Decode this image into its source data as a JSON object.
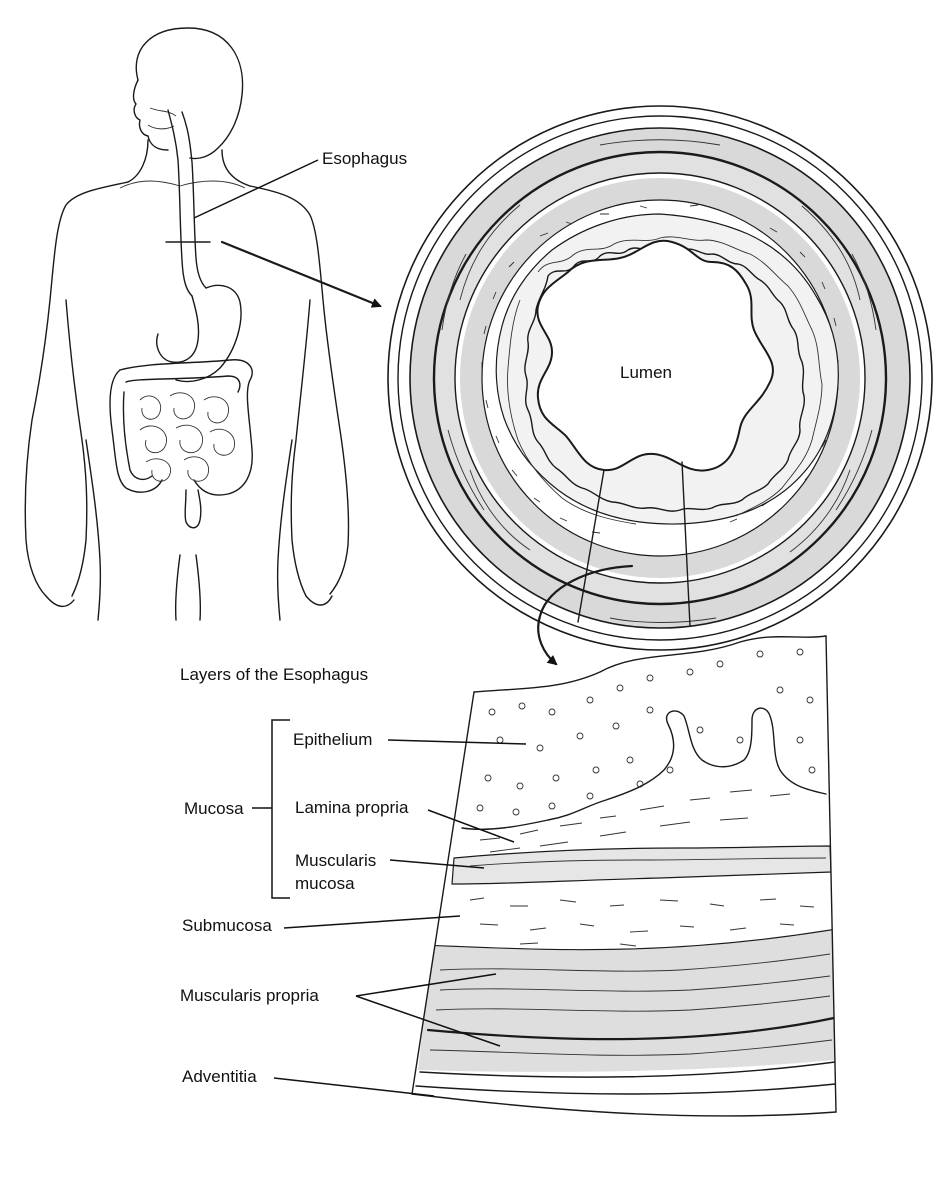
{
  "labels": {
    "esophagus": "Esophagus",
    "lumen": "Lumen",
    "layers_title": "Layers of the Esophagus",
    "epithelium": "Epithelium",
    "mucosa": "Mucosa",
    "lamina_propria": "Lamina propria",
    "muscularis_mucosa_1": "Muscularis",
    "muscularis_mucosa_2": "mucosa",
    "submucosa": "Submucosa",
    "muscularis_propria": "Muscularis propria",
    "adventitia": "Adventitia"
  },
  "colors": {
    "ink": "#1a1a1a",
    "muscle_gray": "#d9d9d9",
    "background": "#ffffff"
  }
}
